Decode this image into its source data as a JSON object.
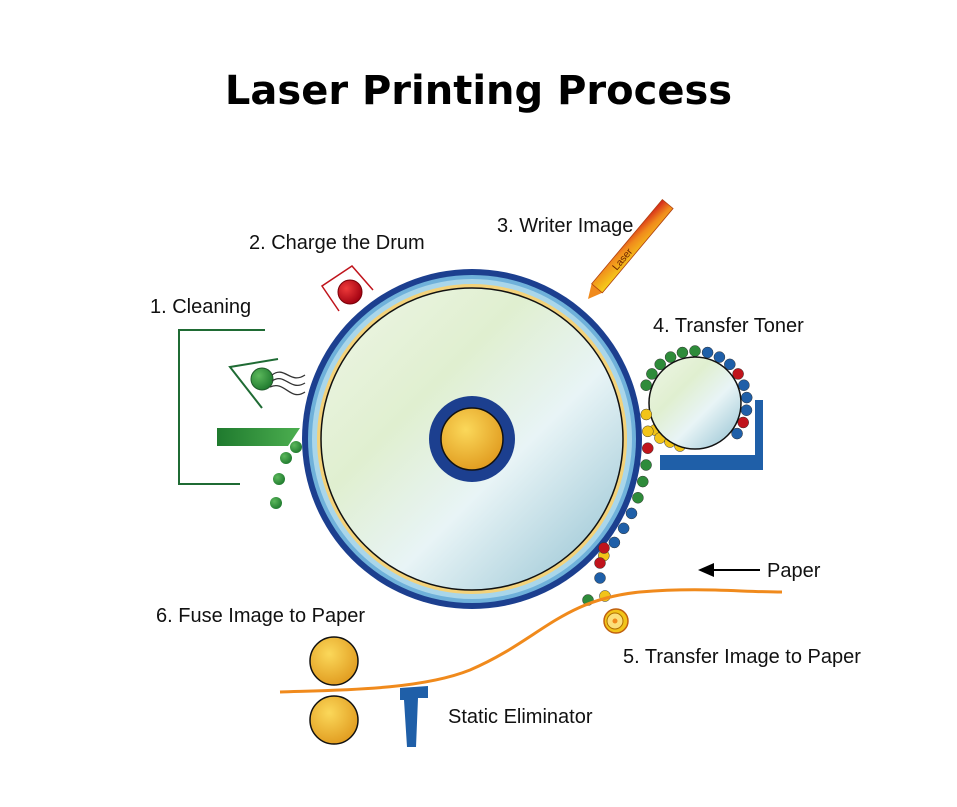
{
  "title": "Laser Printing Process",
  "labels": {
    "cleaning": "1. Cleaning",
    "charge": "2. Charge the Drum",
    "writer": "3. Writer Image",
    "laser": "Laser",
    "transfer_toner": "4. Transfer Toner",
    "transfer_image": "5. Transfer Image to Paper",
    "fuse": "6. Fuse Image to Paper",
    "paper": "Paper",
    "static": "Static Eliminator"
  },
  "colors": {
    "drum_outer": "#1c3f8f",
    "drum_band": "#a9d6ea",
    "drum_yellow": "#f3d27a",
    "hub": "#e8a82a",
    "paper": "#f08a1c",
    "green": "#2e8b3a",
    "blue": "#1f5fa8",
    "red": "#c0141c",
    "yellow": "#f2c418"
  }
}
